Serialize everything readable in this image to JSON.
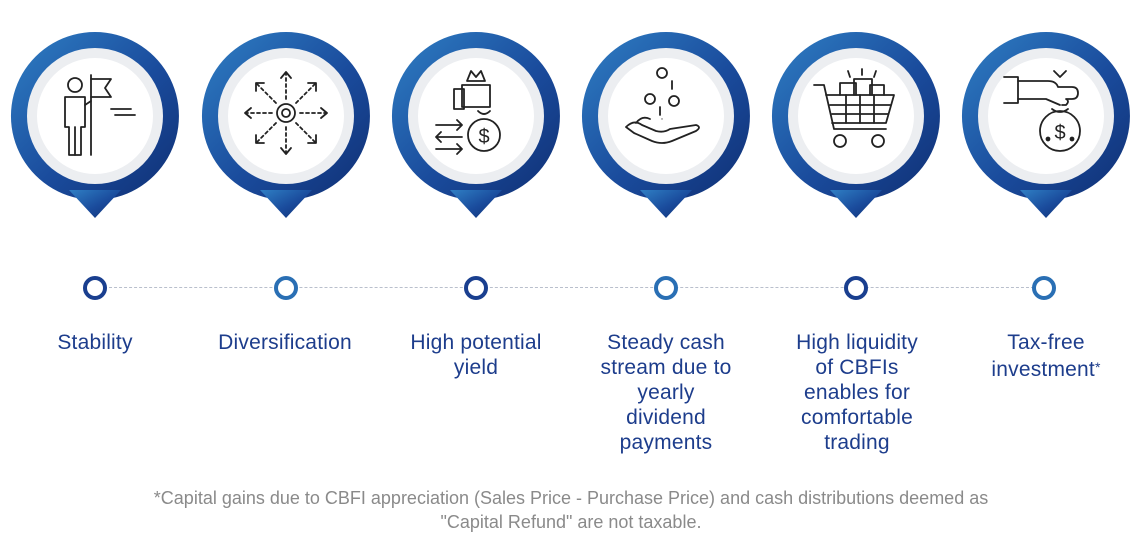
{
  "colors": {
    "primary": "#1a3f8f",
    "secondary": "#2a6fb4",
    "text": "#1d3d8c",
    "footnote": "#8a8a8a"
  },
  "benefits": [
    {
      "icon": "person-flag-icon",
      "lines": [
        "Stability"
      ]
    },
    {
      "icon": "diversification-arrows-icon",
      "lines": [
        "Diversification"
      ]
    },
    {
      "icon": "money-bag-exchange-icon",
      "lines": [
        "High potential",
        "yield"
      ]
    },
    {
      "icon": "hand-coins-icon",
      "lines": [
        "Steady cash",
        "stream due to",
        "yearly",
        "dividend",
        "payments"
      ]
    },
    {
      "icon": "shopping-cart-icon",
      "lines": [
        "High liquidity",
        "of CBFIs",
        "enables for",
        "comfortable",
        "trading"
      ]
    },
    {
      "icon": "hand-money-bag-icon",
      "lines": [
        "Tax-free",
        "investment"
      ],
      "marker": "*"
    }
  ],
  "footnote": {
    "marker": "*",
    "line1": "Capital gains due to CBFI appreciation (Sales Price - Purchase Price) and cash distributions deemed as",
    "line2": "\"Capital Refund\" are not taxable."
  }
}
